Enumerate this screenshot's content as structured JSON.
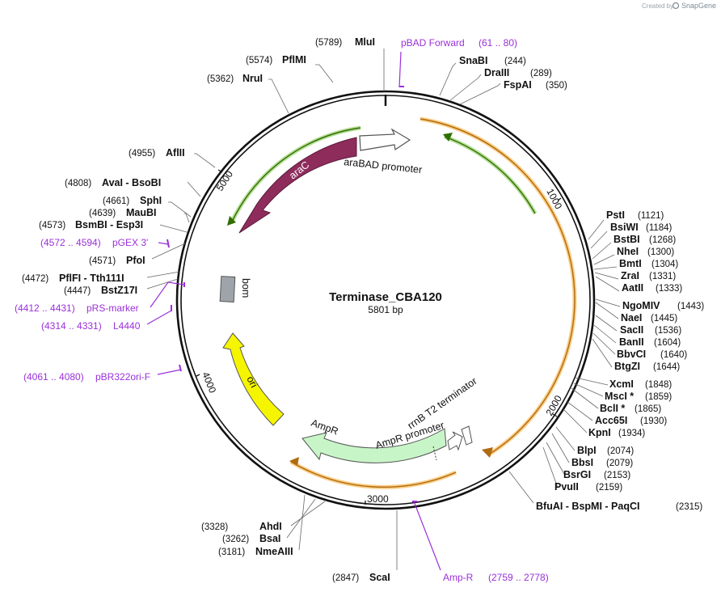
{
  "credit": {
    "prefix": "Created by",
    "brand": "SnapGene"
  },
  "plasmid": {
    "name": "Terminase_CBA120",
    "length": "5801 bp"
  },
  "ticks": [
    "1000",
    "2000",
    "3000",
    "4000",
    "5000"
  ],
  "features": {
    "araC": "araC",
    "araBAD": "araBAD promoter",
    "bom": "bom",
    "ori": "ori",
    "AmpR": "AmpR",
    "AmpR_promoter": "AmpR promoter",
    "rrnB": "rrnB T2 terminator"
  },
  "enzymes": [
    {
      "name": "MluI",
      "pos": "(5789)"
    },
    {
      "name": "PflMI",
      "pos": "(5574)"
    },
    {
      "name": "NruI",
      "pos": "(5362)"
    },
    {
      "name": "AflII",
      "pos": "(4955)"
    },
    {
      "name": "AvaI  - BsoBI",
      "pos": "(4808)"
    },
    {
      "name": "SphI",
      "pos": "(4661)"
    },
    {
      "name": "MauBI",
      "pos": "(4639)"
    },
    {
      "name": "BsmBI  - Esp3I",
      "pos": "(4573)"
    },
    {
      "name": "PfoI",
      "pos": "(4571)"
    },
    {
      "name": "PflFI  - Tth111I",
      "pos": "(4472)"
    },
    {
      "name": "BstZ17I",
      "pos": "(4447)"
    },
    {
      "name": "SnaBI",
      "pos": "(244)"
    },
    {
      "name": "DraIII",
      "pos": "(289)"
    },
    {
      "name": "FspAI",
      "pos": "(350)"
    },
    {
      "name": "PstI",
      "pos": "(1121)"
    },
    {
      "name": "BsiWI",
      "pos": "(1184)"
    },
    {
      "name": "BstBI",
      "pos": "(1268)"
    },
    {
      "name": "NheI",
      "pos": "(1300)"
    },
    {
      "name": "BmtI",
      "pos": "(1304)"
    },
    {
      "name": "ZraI",
      "pos": "(1331)"
    },
    {
      "name": "AatII",
      "pos": "(1333)"
    },
    {
      "name": "NgoMIV",
      "pos": "(1443)"
    },
    {
      "name": "NaeI",
      "pos": "(1445)"
    },
    {
      "name": "SacII",
      "pos": "(1536)"
    },
    {
      "name": "BanII",
      "pos": "(1604)"
    },
    {
      "name": "BbvCI",
      "pos": "(1640)"
    },
    {
      "name": "BtgZI",
      "pos": "(1644)"
    },
    {
      "name": "XcmI",
      "pos": "(1848)"
    },
    {
      "name": "MscI *",
      "pos": "(1859)"
    },
    {
      "name": "BclI *",
      "pos": "(1865)"
    },
    {
      "name": "Acc65I",
      "pos": "(1930)"
    },
    {
      "name": "KpnI",
      "pos": "(1934)"
    },
    {
      "name": "BlpI",
      "pos": "(2074)"
    },
    {
      "name": "BbsI",
      "pos": "(2079)"
    },
    {
      "name": "BsrGI",
      "pos": "(2153)"
    },
    {
      "name": "PvuII",
      "pos": "(2159)"
    },
    {
      "name": "BfuAI  - BspMI  - PaqCI",
      "pos": "(2315)"
    },
    {
      "name": "AhdI",
      "pos": "(3328)"
    },
    {
      "name": "BsaI",
      "pos": "(3262)"
    },
    {
      "name": "NmeAIII",
      "pos": "(3181)"
    },
    {
      "name": "ScaI",
      "pos": "(2847)"
    }
  ],
  "primers": [
    {
      "name": "pBAD Forward",
      "range": "(61 .. 80)"
    },
    {
      "name": "pGEX 3'",
      "range": "(4572 .. 4594)"
    },
    {
      "name": "pRS-marker",
      "range": "(4412 .. 4431)"
    },
    {
      "name": "L4440",
      "range": "(4314 .. 4331)"
    },
    {
      "name": "pBR322ori-F",
      "range": "(4061 .. 4080)"
    },
    {
      "name": "Amp-R",
      "range": "(2759 .. 2778)"
    }
  ],
  "colors": {
    "araC": "#8e2c5c",
    "ori": "#f5f500",
    "AmpR": "#c8f5c8",
    "orf_orange": "#f5a623",
    "orf_green": "#7cc242",
    "primer": "#9b30d9",
    "bom": "#9ea4aa"
  }
}
